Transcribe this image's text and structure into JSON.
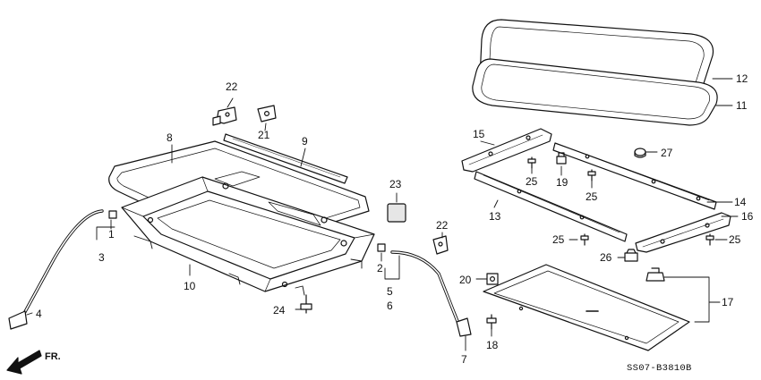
{
  "diagram": {
    "code": "SS07-B3810B",
    "front_label": "FR.",
    "callouts": {
      "c12": "12",
      "c11": "11",
      "c27": "27",
      "c15": "15",
      "c19": "19",
      "c25a": "25",
      "c25b": "25",
      "c25c": "25",
      "c25d": "25",
      "c14": "14",
      "c13": "13",
      "c16": "16",
      "c26": "26",
      "c20": "20",
      "c17": "17",
      "c18": "18",
      "c22a": "22",
      "c21": "21",
      "c8": "8",
      "c9": "9",
      "c23": "23",
      "c22b": "22",
      "c2": "2",
      "c5": "5",
      "c6": "6",
      "c1": "1",
      "c3": "3",
      "c10": "10",
      "c24": "24",
      "c4": "4",
      "c7": "7"
    }
  }
}
